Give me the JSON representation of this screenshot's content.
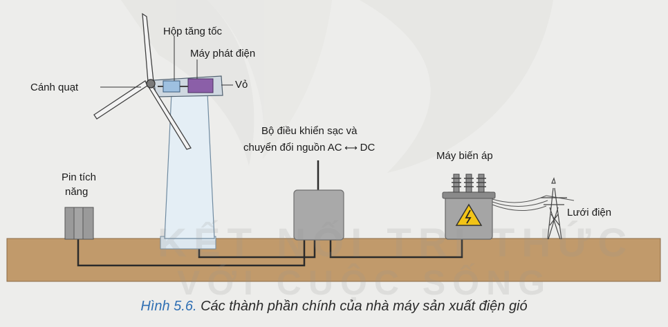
{
  "labels": {
    "gearbox": "Hộp tăng tốc",
    "generator": "Máy phát điện",
    "housing": "Vỏ",
    "blades": "Cánh quạt",
    "controller_line1": "Bộ  điều khiển sạc và",
    "controller_line2": "chuyển đổi nguồn AC",
    "controller_dc": "DC",
    "transformer": "Máy biến áp",
    "battery_line1": "Pin tích",
    "battery_line2": "năng",
    "grid": "Lưới điện"
  },
  "watermark": {
    "line1": "KẾT NỐI TRI THỨC",
    "line2": "VỚI CUỘC SỐNG"
  },
  "caption": {
    "figure": "Hình 5.6.",
    "text": "Các thành phần chính của nhà máy sản xuất điện gió"
  },
  "colors": {
    "ground": "#c19a6b",
    "tower": "#e4eef5",
    "box": "#a9a9a9",
    "wire": "#2b2b2b",
    "caption_figure": "#2f6fb3",
    "hazard": "#f2c417"
  }
}
